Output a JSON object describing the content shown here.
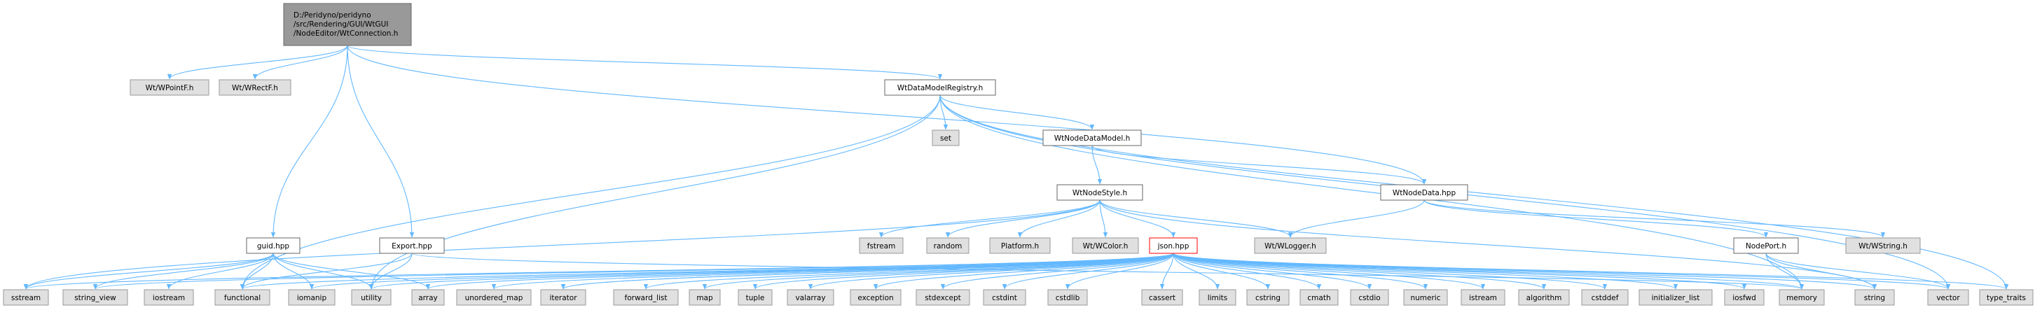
{
  "diagram": {
    "colors": {
      "edge": "#63b8ff",
      "root_fill": "#999999",
      "root_border": "#666666",
      "linked_fill": "#ffffff",
      "linked_border": "#666666",
      "system_fill": "#e0e0e0",
      "system_border": "#999999",
      "highlight_border": "#ff0000"
    },
    "nodes": [
      {
        "id": "root",
        "label": "D:/Peridyno/peridyno\n/src/Rendering/GUI/WtGUI\n/NodeEditor/WtConnection.h",
        "kind": "root"
      },
      {
        "id": "wpointf",
        "label": "Wt/WPointF.h",
        "kind": "system"
      },
      {
        "id": "wrectf",
        "label": "Wt/WRectF.h",
        "kind": "system"
      },
      {
        "id": "registry",
        "label": "WtDataModelRegistry.h",
        "kind": "linked"
      },
      {
        "id": "set",
        "label": "set",
        "kind": "system"
      },
      {
        "id": "nodedatamodel",
        "label": "WtNodeDataModel.h",
        "kind": "linked"
      },
      {
        "id": "nodedata",
        "label": "WtNodeData.hpp",
        "kind": "linked"
      },
      {
        "id": "nodestyle",
        "label": "WtNodeStyle.h",
        "kind": "linked"
      },
      {
        "id": "guid",
        "label": "guid.hpp",
        "kind": "linked"
      },
      {
        "id": "export",
        "label": "Export.hpp",
        "kind": "linked"
      },
      {
        "id": "fstream",
        "label": "fstream",
        "kind": "system"
      },
      {
        "id": "random",
        "label": "random",
        "kind": "system"
      },
      {
        "id": "platform",
        "label": "Platform.h",
        "kind": "system"
      },
      {
        "id": "wcolor",
        "label": "Wt/WColor.h",
        "kind": "system"
      },
      {
        "id": "json",
        "label": "json.hpp",
        "kind": "highlight"
      },
      {
        "id": "wlogger",
        "label": "Wt/WLogger.h",
        "kind": "system"
      },
      {
        "id": "nodeport",
        "label": "NodePort.h",
        "kind": "linked"
      },
      {
        "id": "wstring",
        "label": "Wt/WString.h",
        "kind": "system"
      },
      {
        "id": "sstream",
        "label": "sstream",
        "kind": "system"
      },
      {
        "id": "string_view",
        "label": "string_view",
        "kind": "system"
      },
      {
        "id": "iostream",
        "label": "iostream",
        "kind": "system"
      },
      {
        "id": "functional",
        "label": "functional",
        "kind": "system"
      },
      {
        "id": "iomanip",
        "label": "iomanip",
        "kind": "system"
      },
      {
        "id": "utility",
        "label": "utility",
        "kind": "system"
      },
      {
        "id": "array",
        "label": "array",
        "kind": "system"
      },
      {
        "id": "unordered_map",
        "label": "unordered_map",
        "kind": "system"
      },
      {
        "id": "iterator",
        "label": "iterator",
        "kind": "system"
      },
      {
        "id": "forward_list",
        "label": "forward_list",
        "kind": "system"
      },
      {
        "id": "map",
        "label": "map",
        "kind": "system"
      },
      {
        "id": "tuple",
        "label": "tuple",
        "kind": "system"
      },
      {
        "id": "valarray",
        "label": "valarray",
        "kind": "system"
      },
      {
        "id": "exception",
        "label": "exception",
        "kind": "system"
      },
      {
        "id": "stdexcept",
        "label": "stdexcept",
        "kind": "system"
      },
      {
        "id": "cstdint",
        "label": "cstdint",
        "kind": "system"
      },
      {
        "id": "cstdlib",
        "label": "cstdlib",
        "kind": "system"
      },
      {
        "id": "cassert",
        "label": "cassert",
        "kind": "system"
      },
      {
        "id": "limits",
        "label": "limits",
        "kind": "system"
      },
      {
        "id": "cstring",
        "label": "cstring",
        "kind": "system"
      },
      {
        "id": "cmath",
        "label": "cmath",
        "kind": "system"
      },
      {
        "id": "cstdio",
        "label": "cstdio",
        "kind": "system"
      },
      {
        "id": "numeric",
        "label": "numeric",
        "kind": "system"
      },
      {
        "id": "istream",
        "label": "istream",
        "kind": "system"
      },
      {
        "id": "algorithm",
        "label": "algorithm",
        "kind": "system"
      },
      {
        "id": "cstddef",
        "label": "cstddef",
        "kind": "system"
      },
      {
        "id": "initializer_list",
        "label": "initializer_list",
        "kind": "system"
      },
      {
        "id": "iosfwd",
        "label": "iosfwd",
        "kind": "system"
      },
      {
        "id": "memory",
        "label": "memory",
        "kind": "system"
      },
      {
        "id": "string",
        "label": "string",
        "kind": "system"
      },
      {
        "id": "vector",
        "label": "vector",
        "kind": "system"
      },
      {
        "id": "type_traits",
        "label": "type_traits",
        "kind": "system"
      }
    ],
    "edges": [
      [
        "root",
        "wpointf"
      ],
      [
        "root",
        "wrectf"
      ],
      [
        "root",
        "registry"
      ],
      [
        "root",
        "nodedata"
      ],
      [
        "root",
        "guid"
      ],
      [
        "root",
        "export"
      ],
      [
        "registry",
        "set"
      ],
      [
        "registry",
        "nodedatamodel"
      ],
      [
        "registry",
        "functional"
      ],
      [
        "registry",
        "utility"
      ],
      [
        "registry",
        "memory"
      ],
      [
        "registry",
        "vector"
      ],
      [
        "registry",
        "type_traits"
      ],
      [
        "nodedatamodel",
        "nodestyle"
      ],
      [
        "nodedatamodel",
        "nodedata"
      ],
      [
        "nodestyle",
        "sstream"
      ],
      [
        "nodestyle",
        "fstream"
      ],
      [
        "nodestyle",
        "random"
      ],
      [
        "nodestyle",
        "platform"
      ],
      [
        "nodestyle",
        "wcolor"
      ],
      [
        "nodestyle",
        "json"
      ],
      [
        "nodestyle",
        "wlogger"
      ],
      [
        "nodestyle",
        "string"
      ],
      [
        "nodedata",
        "wlogger"
      ],
      [
        "nodedata",
        "nodeport"
      ],
      [
        "nodedata",
        "wstring"
      ],
      [
        "nodeport",
        "memory"
      ],
      [
        "nodeport",
        "string"
      ],
      [
        "nodeport",
        "vector"
      ],
      [
        "guid",
        "sstream"
      ],
      [
        "guid",
        "string_view"
      ],
      [
        "guid",
        "iostream"
      ],
      [
        "guid",
        "functional"
      ],
      [
        "guid",
        "iomanip"
      ],
      [
        "guid",
        "utility"
      ],
      [
        "guid",
        "array"
      ],
      [
        "export",
        "functional"
      ],
      [
        "export",
        "utility"
      ],
      [
        "export",
        "memory"
      ],
      [
        "json",
        "array"
      ],
      [
        "json",
        "unordered_map"
      ],
      [
        "json",
        "iterator"
      ],
      [
        "json",
        "forward_list"
      ],
      [
        "json",
        "map"
      ],
      [
        "json",
        "tuple"
      ],
      [
        "json",
        "valarray"
      ],
      [
        "json",
        "exception"
      ],
      [
        "json",
        "stdexcept"
      ],
      [
        "json",
        "cstdint"
      ],
      [
        "json",
        "cstdlib"
      ],
      [
        "json",
        "cassert"
      ],
      [
        "json",
        "limits"
      ],
      [
        "json",
        "cstring"
      ],
      [
        "json",
        "cmath"
      ],
      [
        "json",
        "cstdio"
      ],
      [
        "json",
        "numeric"
      ],
      [
        "json",
        "istream"
      ],
      [
        "json",
        "algorithm"
      ],
      [
        "json",
        "cstddef"
      ],
      [
        "json",
        "initializer_list"
      ],
      [
        "json",
        "iosfwd"
      ],
      [
        "json",
        "memory"
      ],
      [
        "json",
        "string"
      ],
      [
        "json",
        "vector"
      ],
      [
        "json",
        "type_traits"
      ],
      [
        "json",
        "functional"
      ],
      [
        "json",
        "iomanip"
      ],
      [
        "json",
        "utility"
      ],
      [
        "json",
        "sstream"
      ],
      [
        "json",
        "string_view"
      ],
      [
        "json",
        "iterator"
      ]
    ]
  }
}
